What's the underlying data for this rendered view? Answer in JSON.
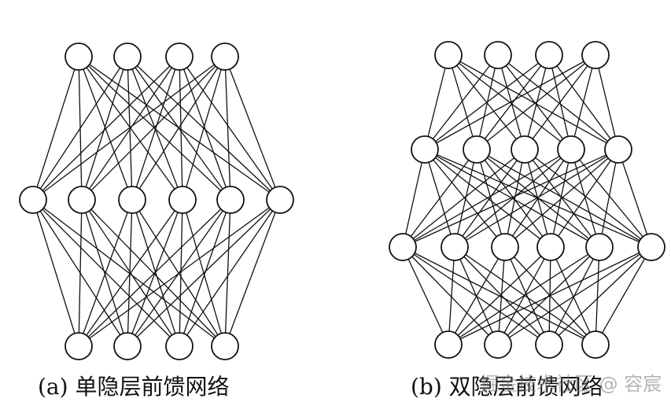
{
  "captions": {
    "a": "(a) 单隐层前馈网络",
    "b": "(b) 双隐层前馈网络"
  },
  "watermark": "掘金技术社区 @ 容宸",
  "networks": [
    {
      "id": "a",
      "layer_sizes": [
        4,
        6,
        4
      ]
    },
    {
      "id": "b",
      "layer_sizes": [
        4,
        5,
        6,
        4
      ]
    }
  ],
  "colors": {
    "line": "#111111",
    "node_fill": "#ffffff",
    "node_stroke": "#111111"
  }
}
